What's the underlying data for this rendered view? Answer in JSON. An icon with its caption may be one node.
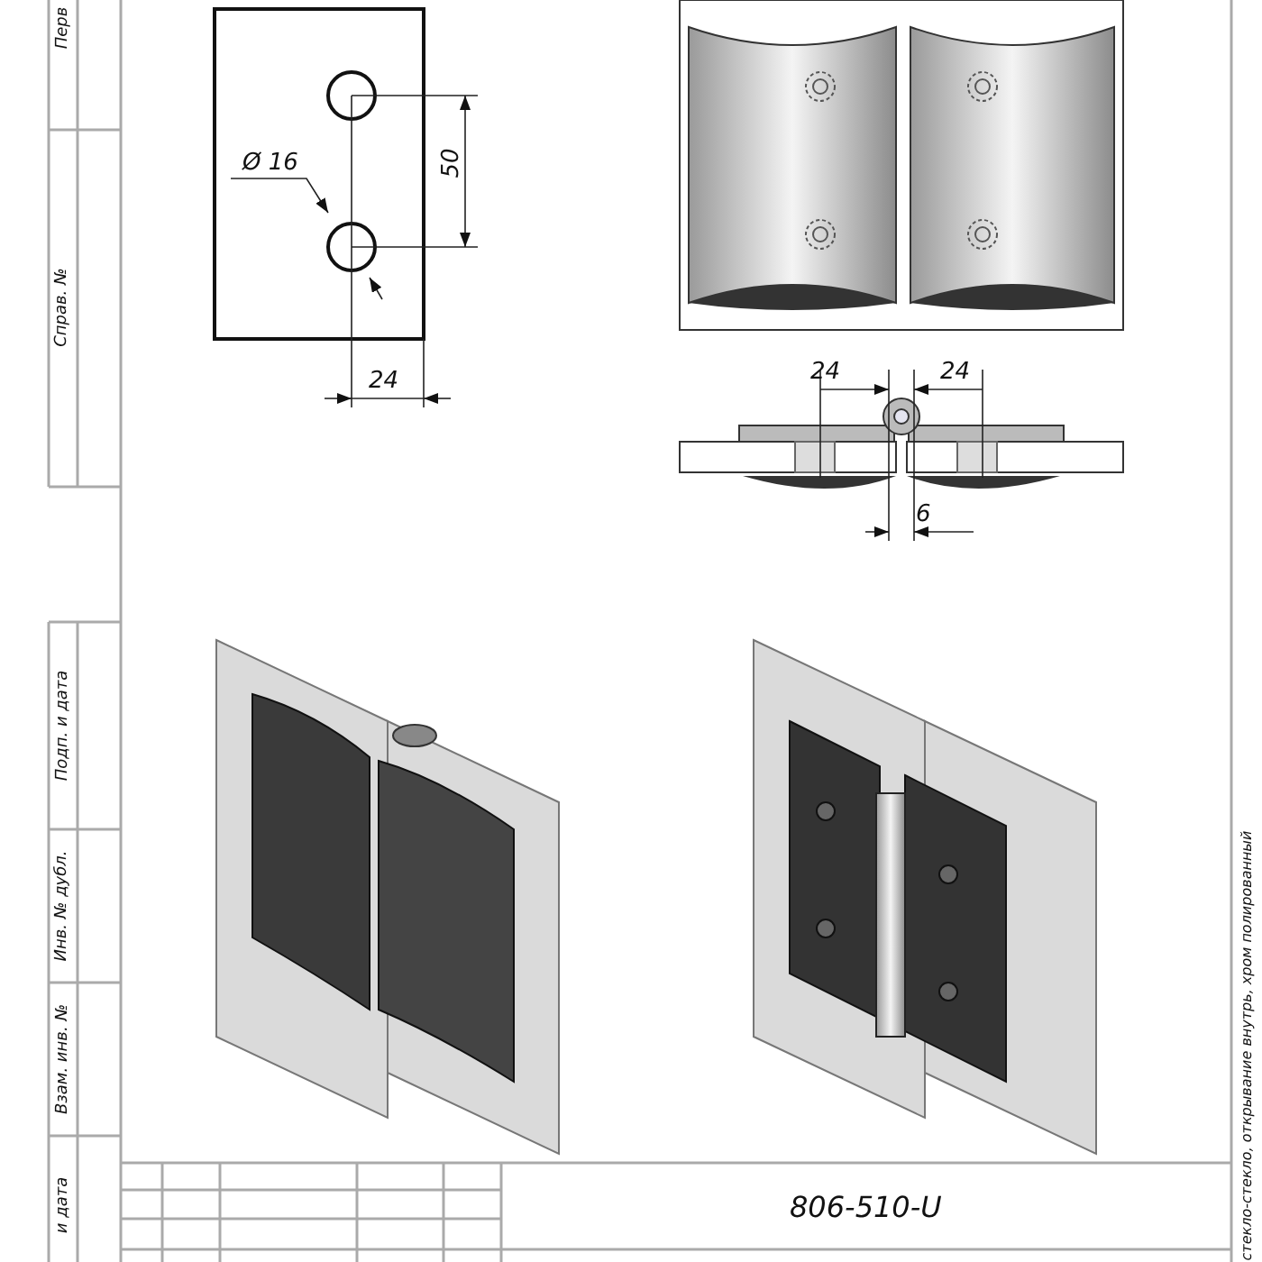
{
  "diagram": {
    "labels": [
      "Перв",
      "Справ. №",
      "Ø 16",
      "50",
      "24",
      "24",
      "24",
      "6",
      "Подп. и дата",
      "Инв. № дубл.",
      "Взам. инв. №",
      "и дата",
      "806-510-U",
      "стекло-стекло, открывание внутрь, хром полированный"
    ]
  }
}
